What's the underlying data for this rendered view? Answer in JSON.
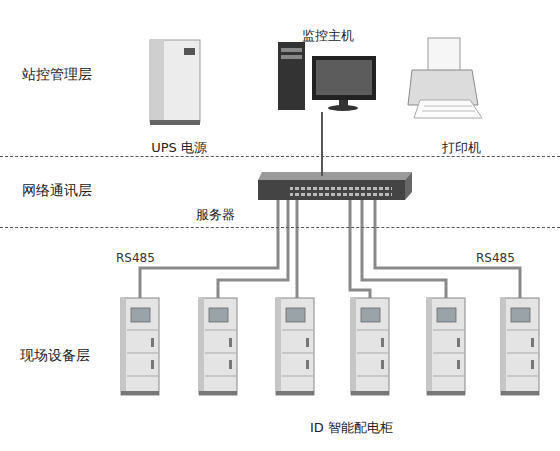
{
  "diagram": {
    "nodes": [
      {
        "text": [
          "站控管理层"
        ]
      },
      {
        "text": [
          "UPS 电源"
        ],
        "in": 0
      },
      {
        "text": [
          "监控主机"
        ],
        "in": 0
      },
      {
        "text": [
          "打印机"
        ],
        "in": 0
      },
      {
        "text": [
          "网络通讯层"
        ]
      },
      {
        "text": [
          "服务器"
        ],
        "in": 4
      },
      {
        "text": [
          "现场设备层"
        ]
      },
      {
        "text": [
          "ID 智能配电柜"
        ],
        "in": 6
      }
    ],
    "edges": [
      {
        "from": 2,
        "to": 5,
        "arrow": "none"
      },
      {
        "from": 5,
        "to": 7,
        "arrow": "none"
      },
      {
        "from": 5,
        "to": 7,
        "arrow": "none"
      },
      {
        "from": 5,
        "to": 7,
        "arrow": "none"
      },
      {
        "from": 5,
        "to": 7,
        "arrow": "none"
      },
      {
        "from": 5,
        "to": 7,
        "arrow": "none"
      },
      {
        "from": 5,
        "to": 7,
        "arrow": "none"
      }
    ],
    "labels": [
      "RS485",
      "RS485"
    ]
  }
}
